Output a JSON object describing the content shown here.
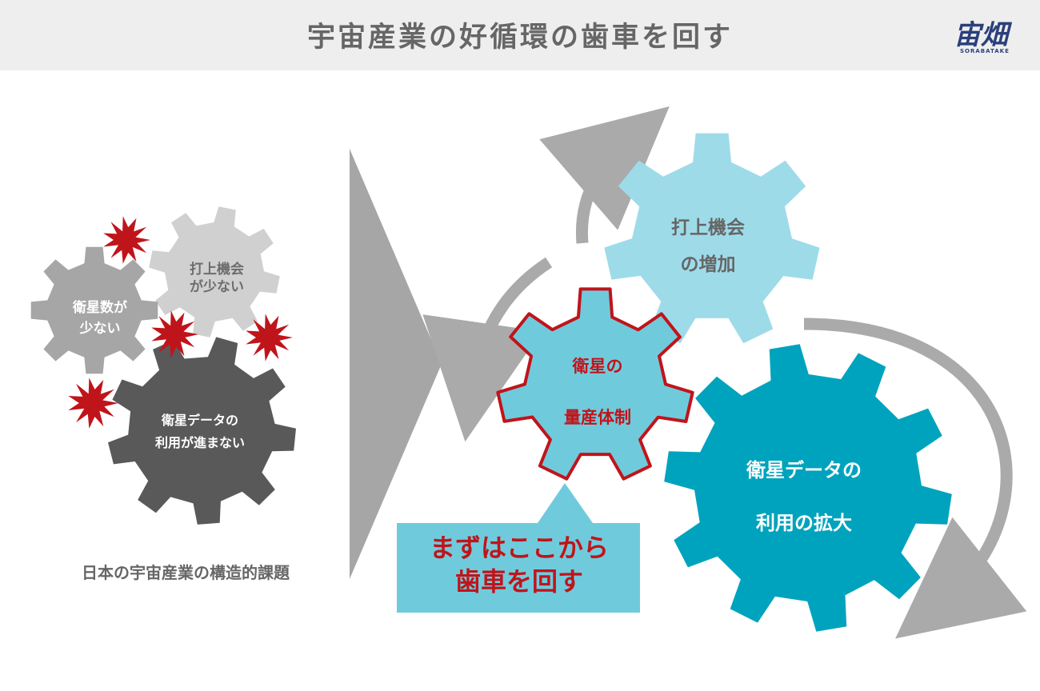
{
  "header": {
    "title": "宇宙産業の好循環の歯車を回す",
    "logo_mark": "宙畑",
    "logo_sub": "SORABATAKE"
  },
  "left": {
    "gear_satellites": [
      "衛星数が",
      "少ない"
    ],
    "gear_launch": [
      "打上機会",
      "が少ない"
    ],
    "gear_data": [
      "衛星データの",
      "利用が進まない"
    ],
    "caption": "日本の宇宙産業の構造的課題"
  },
  "right": {
    "gear_launch": [
      "打上機会",
      "の増加"
    ],
    "gear_production": [
      "衛星の",
      "量産体制"
    ],
    "gear_data": [
      "衛星データの",
      "利用の拡大"
    ],
    "callout": [
      "まずはここから",
      "歯車を回す"
    ]
  },
  "colors": {
    "header_bg": "#eeeeee",
    "title": "#666666",
    "gear_light_gray": "#d0d0d0",
    "gear_mid_gray": "#a6a6a6",
    "gear_dark_gray": "#595959",
    "burst_red": "#c0141b",
    "gear_light_blue": "#9edbe9",
    "gear_mid_blue": "#6fcbdc",
    "gear_teal": "#00a3bd",
    "arrow_gray": "#aaaaaa",
    "accent_red": "#c0141b"
  }
}
